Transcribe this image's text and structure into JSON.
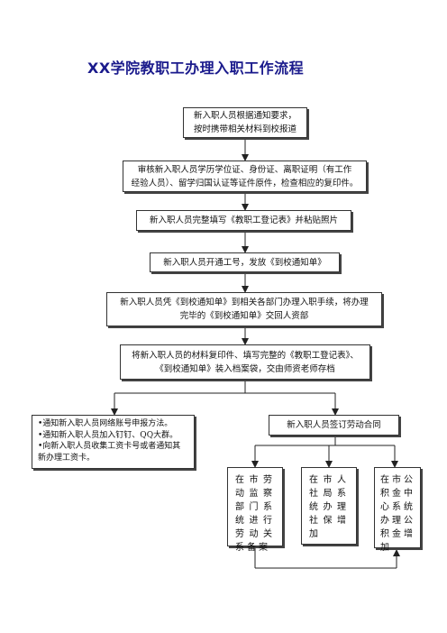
{
  "title": "XX学院教职工办理入职工作流程",
  "steps": [
    {
      "lines": [
        "新入职人员根据通知要求，",
        "按时携带相关材料到校报道"
      ]
    },
    {
      "lines": [
        "审核新入职人员学历学位证、身份证、离职证明（有工作",
        "经验人员）、留学归国认证等证件原件，检查相应的复印件。"
      ]
    },
    {
      "lines": [
        "新入职人员完整填写《教职工登记表》并粘贴照片"
      ]
    },
    {
      "lines": [
        "新入职人员开通工号，发放《到校通知单》"
      ]
    },
    {
      "lines": [
        "新入职人员凭《到校通知单》到相关各部门办理入职手续，将办理",
        "完毕的《到校通知单》交回人资部"
      ]
    },
    {
      "lines": [
        "将新入职人员的材料复印件、填写完整的《教职工登记表》、",
        "《到校通知单》装入档案袋，交由师资老师存档"
      ]
    }
  ],
  "notice_box": {
    "lines": [
      "•通知新入职人员网络账号申报方法。",
      "•通知新入职人员加入钉钉、QQ大群。",
      "•向新入职人员收集工资卡号或者通知其新办理工资卡。"
    ]
  },
  "contract_box": {
    "text": "新入职人员签订劳动合同"
  },
  "sub_boxes": [
    {
      "text": "在市劳动监察部门系统进行劳动关系备案"
    },
    {
      "text": "在市人社局系统办理社保增加"
    },
    {
      "text": "在市公积金中心系统办理公积金增加"
    }
  ]
}
